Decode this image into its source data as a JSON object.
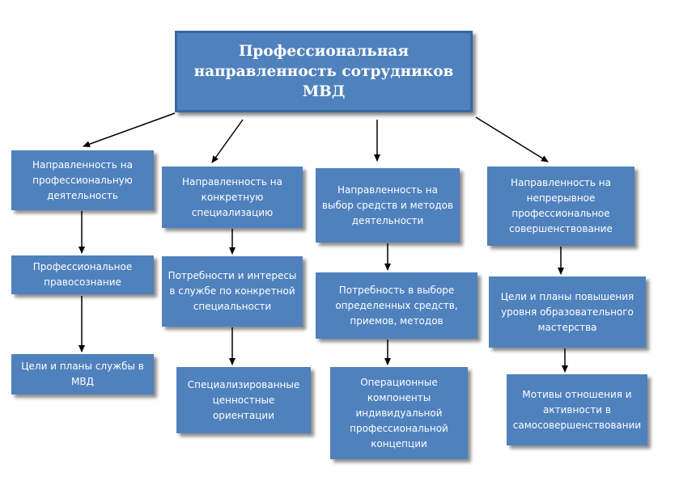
{
  "colors": {
    "box_fill": "#4f81bd",
    "box_text": "#ffffff",
    "arrow": "#000000"
  },
  "root": {
    "label": "Профессиональная направленность сотрудников МВД"
  },
  "col1": {
    "head": "Направленность на профессиональную деятельность",
    "mid": "Профессиональное правосознание",
    "bottom": "Цели и планы службы в МВД"
  },
  "col2": {
    "head": "Направленность на конкретную специализацию",
    "mid": "Потребности и интересы в службе по конкретной специальности",
    "bottom": "Специализированные ценностные ориентации"
  },
  "col3": {
    "head": "Направленность на выбор средств и методов деятельности",
    "mid": "Потребность в выборе определенных средств, приемов, методов",
    "bottom": "Операционные компоненты индивидуальной профессиональной концепции"
  },
  "col4": {
    "head": "Направленность на непрерывное профессиональное совершенствование",
    "mid": "Цели и планы повышения уровня образовательного мастерства",
    "bottom": "Мотивы отношения и активности в самосовершенствовании"
  }
}
